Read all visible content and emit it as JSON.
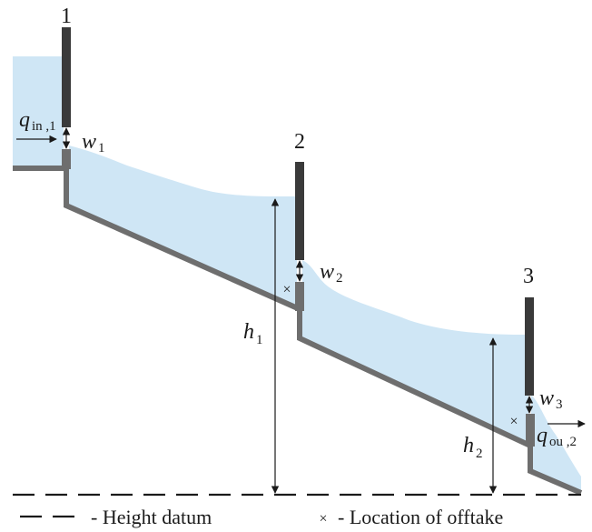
{
  "gates": [
    {
      "number": "1",
      "opening_label": "w",
      "opening_sub": "1"
    },
    {
      "number": "2",
      "opening_label": "w",
      "opening_sub": "2"
    },
    {
      "number": "3",
      "opening_label": "w",
      "opening_sub": "3"
    }
  ],
  "flows": {
    "inflow": {
      "label": "q",
      "sub": "in ,1"
    },
    "outflow": {
      "label": "q",
      "sub": "ou ,2"
    }
  },
  "heads": [
    {
      "label": "h",
      "sub": "1"
    },
    {
      "label": "h",
      "sub": "2"
    }
  ],
  "offtake_marker": "×",
  "legend": {
    "datum_text": "- Height datum",
    "offtake_symbol": "×",
    "offtake_text": "- Location of offtake"
  },
  "colors": {
    "water": "#cfe6f5",
    "channel_bed": "#6e6e6e",
    "gate": "#3a3a3a",
    "ink": "#1a1a1a"
  }
}
